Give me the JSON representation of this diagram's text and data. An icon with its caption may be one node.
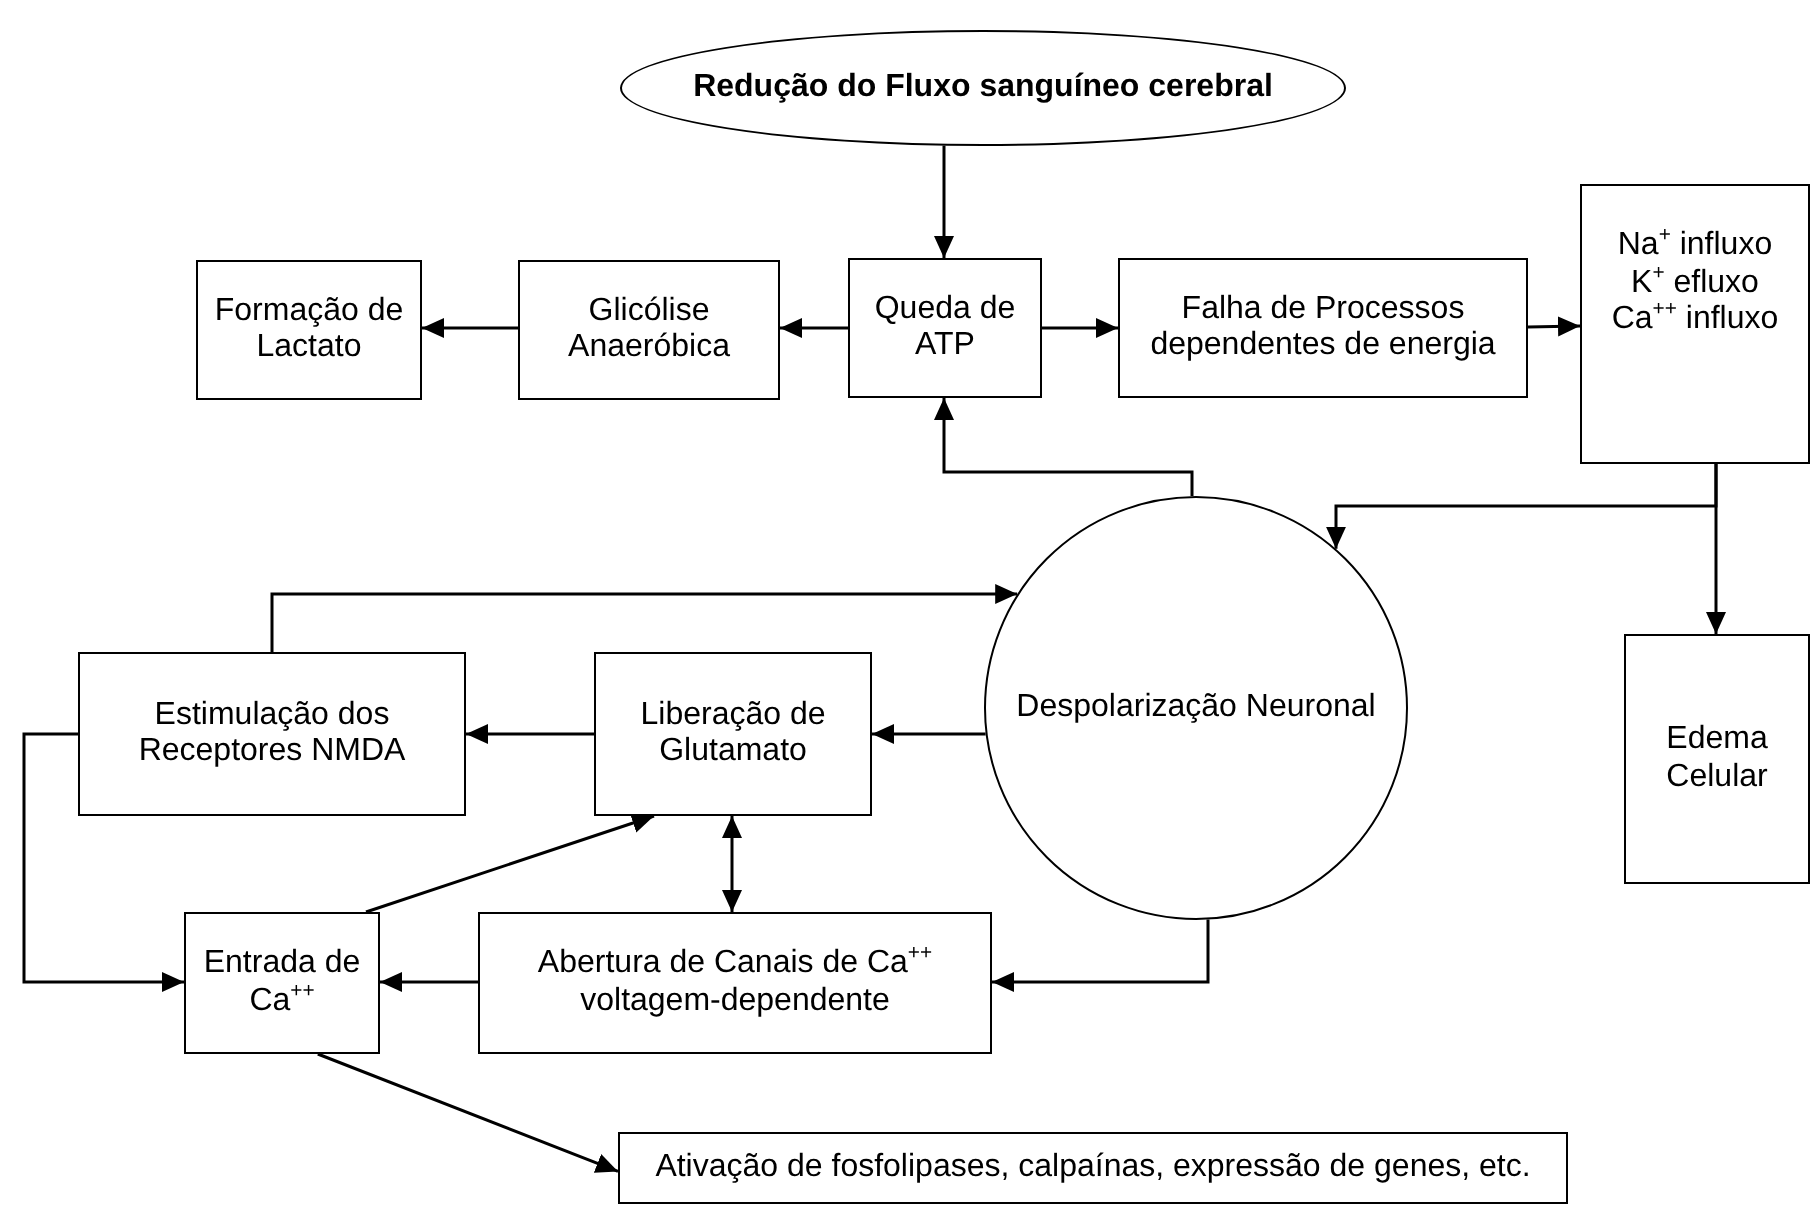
{
  "diagram": {
    "nodes": [
      {
        "text": [
          "Redução do Fluxo sanguíneo cerebral"
        ]
      },
      {
        "text": [
          "Formação de Lactato"
        ]
      },
      {
        "text": [
          "Glicólise Anaeróbica"
        ]
      },
      {
        "text": [
          "Queda de ATP"
        ]
      },
      {
        "text": [
          "Falha de Processos dependentes de energia"
        ]
      },
      {
        "text": [
          "Na$^{+}$ influxo",
          "K$^{+}$ efluxo",
          "Ca$^{++}$ influxo"
        ]
      },
      {
        "text": [
          "Despolarização Neuronal"
        ]
      },
      {
        "text": [
          "Edema Celular"
        ]
      },
      {
        "text": [
          "Estimulação dos Receptores NMDA"
        ]
      },
      {
        "text": [
          "Liberação de Glutamato"
        ]
      },
      {
        "text": [
          "Entrada de Ca$^{++}$"
        ]
      },
      {
        "text": [
          "Abertura de Canais de Ca$^{++}$ voltagem-dependente"
        ]
      },
      {
        "text": [
          "Ativação de fosfolipases, calpaínas, expressão de genes, etc."
        ]
      }
    ],
    "edges": [
      {
        "from": 0,
        "to": 3,
        "arrow": "to"
      },
      {
        "from": 3,
        "to": 2,
        "arrow": "to"
      },
      {
        "from": 2,
        "to": 1,
        "arrow": "to"
      },
      {
        "from": 3,
        "to": 4,
        "arrow": "to"
      },
      {
        "from": 4,
        "to": 5,
        "arrow": "to"
      },
      {
        "from": 6,
        "to": 3,
        "arrow": "to"
      },
      {
        "from": 5,
        "to": 6,
        "arrow": "to"
      },
      {
        "from": 5,
        "to": 7,
        "arrow": "to"
      },
      {
        "from": 8,
        "to": 6,
        "arrow": "to"
      },
      {
        "from": 6,
        "to": 9,
        "arrow": "to"
      },
      {
        "from": 9,
        "to": 8,
        "arrow": "to"
      },
      {
        "from": 8,
        "to": 10,
        "arrow": "to"
      },
      {
        "from": 11,
        "to": 10,
        "arrow": "to"
      },
      {
        "from": 6,
        "to": 11,
        "arrow": "to"
      },
      {
        "from": 9,
        "to": 11,
        "arrow": "both"
      },
      {
        "from": 10,
        "to": 9,
        "arrow": "to"
      },
      {
        "from": 10,
        "to": 12,
        "arrow": "to"
      }
    ]
  }
}
